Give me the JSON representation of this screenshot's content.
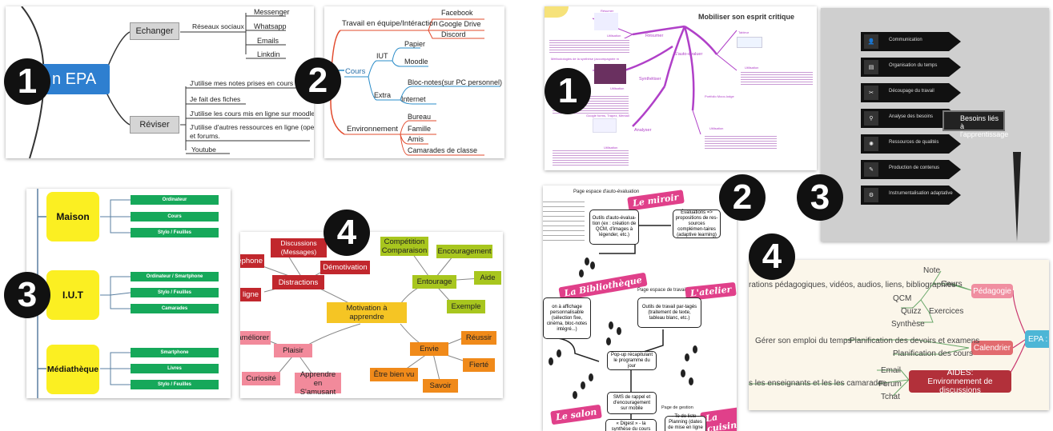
{
  "badges": [
    "1",
    "2",
    "3",
    "4"
  ],
  "map1": {
    "center": "n EPA",
    "echanger": "Echanger",
    "reseaux": "Réseaux sociaux",
    "reseaux_items": [
      "Messenger",
      "Whatsapp",
      "Emails",
      "Linkdin"
    ],
    "reviser": "Réviser",
    "reviser_items": [
      "J'utilise mes notes prises en cours",
      "Je fait des fiches",
      "J'utilise les cours mis en ligne sur moodle",
      "J'utilise d'autres ressources en ligne (open",
      "et forums.",
      "Youtube"
    ]
  },
  "map2": {
    "travail": "Travail en équipe/Intéraction",
    "travail_items": [
      "Facebook",
      "Google Drive",
      "Discord"
    ],
    "cours": "Cours",
    "iut": "IUT",
    "iut_items": [
      "Papier",
      "Moodle"
    ],
    "extra": "Extra",
    "extra_items": [
      "Bloc-notes(sur PC personnel)",
      "Internet"
    ],
    "env": "Environnement",
    "env_items": [
      "Bureau",
      "Famille",
      "Amis",
      "Camarades de classe"
    ]
  },
  "map3": {
    "groups": [
      {
        "label": "Maison",
        "items": [
          "Ordinateur",
          "Cours",
          "Stylo / Feuilles"
        ]
      },
      {
        "label": "I.U.T",
        "items": [
          "Ordinateur / Smartphone",
          "Stylo / Feuilles",
          "Camarades"
        ]
      },
      {
        "label": "Médiathèque",
        "items": [
          "Smartphone",
          "Livres",
          "Stylo / Feuilles"
        ]
      }
    ]
  },
  "map4": {
    "center": "Motivation à apprendre",
    "distractions": "Distractions",
    "discussions": "Discussions (Messages)",
    "demotivation": "Démotivation",
    "phone": "Téléphone",
    "ligne": "ligne",
    "entourage": "Entourage",
    "competition": "Compétition Comparaison",
    "encouragement": "Encouragement",
    "aide": "Aide",
    "exemple": "Exemple",
    "plaisir": "Plaisir",
    "ameliorer": "améliorer",
    "curiosite": "Curiosité",
    "apprendre": "Apprendre en S'amusant",
    "envie": "Envie",
    "reussir": "Réussir",
    "fierte": "Fierté",
    "savoir": "Savoir",
    "etre_bien_vu": "Être bien vu"
  },
  "right1": {
    "title": "Mobiliser son esprit critique",
    "nodes": [
      "Résumer",
      "S'auto-évaluer",
      "Synthétiser",
      "Analyser"
    ],
    "small_titles": [
      "Résumer",
      "Méthodologies de la synthèse (accompagnée m",
      "Tableur",
      "Portfolio Mooc-lodge",
      "Google forms, Trapez, Mentali"
    ],
    "utilisation": "Utilisation"
  },
  "right3": {
    "items": [
      "Communication",
      "Organisation du temps",
      "Découpage du travail",
      "Analyse des besoins",
      "Ressources de qualités",
      "Production de contenus",
      "Instrumentalisation adaptative"
    ],
    "besoins": "Besoins liés à l'apprentissage"
  },
  "right2": {
    "tags": [
      "Le miroir",
      "La Bibliothèque",
      "L'atelier",
      "Le salon",
      "La cuisine"
    ],
    "headers": [
      "Page espace d'auto-évaluation",
      "Page espace de travail",
      "Page de gestion"
    ],
    "boxes": [
      "Outils d'auto-évalua-tion (ex : création de QCM, d'images à légender, etc.)",
      "Évaluations => propositions de res-sources complémen-taires (adaptive learning)",
      "Outils de travail par-tagés (traitement de texte, tableau blanc, etc.)",
      "Pop-up récapitulant le programme du jour",
      "SMS de rappel et d'encouragement sur mobile",
      "« Digest » - la synthèse du cours",
      "- To do liste - Planning (dates de mise en ligne des"
    ],
    "left_text": "on à affichage personnalisable (sélection fixe, cinéma, bloc-notes intégré...)"
  },
  "right4": {
    "pedagogie": "Pédagogie",
    "calendrier": "Calendrier",
    "epa": "EPA : l",
    "aides": "AIDES:\nEnvironnement de discussions",
    "note": "Note",
    "cours": "Cours",
    "ressources": "rations pédagogiques, vidéos, audios, liens, bibliographies",
    "qcm": "QCM",
    "quizz": "Quizz",
    "exercices": "Exercices",
    "synthese": "Synthèse",
    "gerer": "Gérer son emploi du temps",
    "planif_devoirs": "Planification des devoirs et examens",
    "planif_cours": "Planification des cours",
    "email": "Email",
    "forum": "Forum",
    "tchat": "Tchat",
    "enseignants": "s les enseignants et les les camarades"
  },
  "colors": {
    "pink": "#c9386f",
    "purple": "#b040c8",
    "green": "#16a85a",
    "yellow": "#fbef22",
    "dark": "#555555"
  }
}
